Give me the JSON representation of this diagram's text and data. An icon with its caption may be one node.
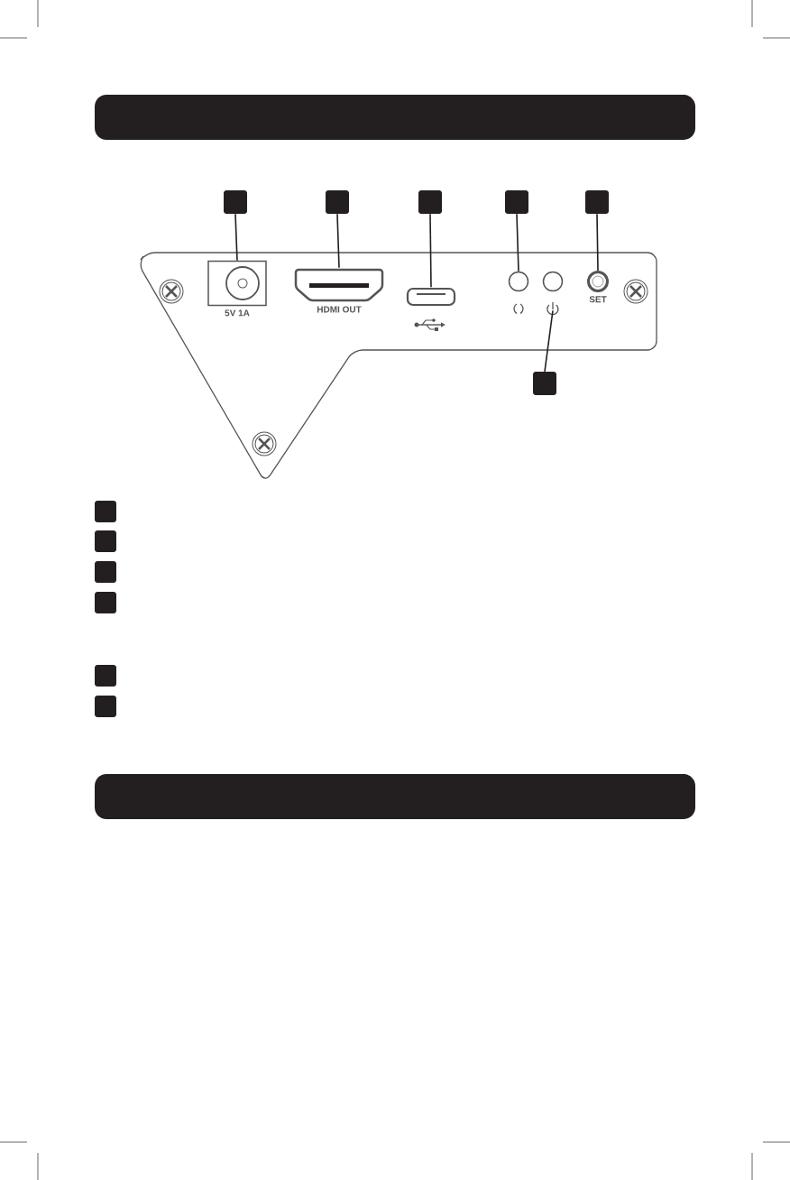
{
  "diagram": {
    "nodes": [
      {
        "text": [],
        "shape": "bar"
      },
      {
        "text": [],
        "shape": "box"
      },
      {
        "text": [],
        "shape": "box"
      },
      {
        "text": [],
        "shape": "box"
      },
      {
        "text": [],
        "shape": "box"
      },
      {
        "text": [],
        "shape": "box"
      },
      {
        "text": [],
        "shape": "socket",
        "beside": [
          "5V 1A"
        ]
      },
      {
        "text": [],
        "shape": "port",
        "beside": [
          "HDMI OUT"
        ]
      },
      {
        "text": [],
        "shape": "port"
      },
      {
        "text": [],
        "shape": "circle"
      },
      {
        "text": [],
        "shape": "circle"
      },
      {
        "text": [],
        "shape": "button",
        "beside": [
          "SET"
        ]
      },
      {
        "text": [],
        "shape": "box"
      },
      {
        "text": [],
        "shape": "box"
      },
      {
        "text": [],
        "shape": "box"
      },
      {
        "text": [],
        "shape": "box"
      },
      {
        "text": [],
        "shape": "box"
      },
      {
        "text": [],
        "shape": "box"
      },
      {
        "text": [],
        "shape": "box"
      },
      {
        "text": [],
        "shape": "bar"
      }
    ],
    "edges": [
      {
        "from": 1,
        "to": 6,
        "arrow": "none"
      },
      {
        "from": 2,
        "to": 7,
        "arrow": "none"
      },
      {
        "from": 3,
        "to": 8,
        "arrow": "none"
      },
      {
        "from": 4,
        "to": 9,
        "arrow": "none"
      },
      {
        "from": 5,
        "to": 11,
        "arrow": "none"
      },
      {
        "from": 12,
        "to": 10,
        "arrow": "none"
      }
    ]
  }
}
